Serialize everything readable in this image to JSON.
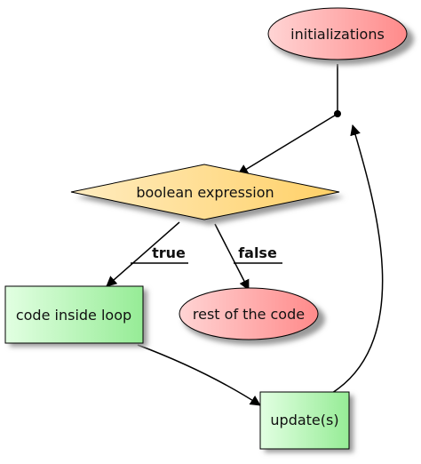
{
  "nodes": {
    "initializations": {
      "label": "initializations",
      "shape": "ellipse",
      "fill": [
        "#ffd4d4",
        "#ff8a8a"
      ]
    },
    "boolean_expression": {
      "label": "boolean expression",
      "shape": "diamond",
      "fill": [
        "#ffe9b8",
        "#ffd36b"
      ]
    },
    "code_inside_loop": {
      "label": "code inside loop",
      "shape": "rectangle",
      "fill": [
        "#ddffdd",
        "#99ee99"
      ]
    },
    "rest_of_code": {
      "label": "rest of the code",
      "shape": "ellipse",
      "fill": [
        "#ffd4d4",
        "#ff8a8a"
      ]
    },
    "update": {
      "label": "update(s)",
      "shape": "rectangle",
      "fill": [
        "#ddffdd",
        "#99ee99"
      ]
    }
  },
  "edge_labels": {
    "true": "true",
    "false": "false"
  },
  "edges": [
    {
      "from": "initializations",
      "to": "junction"
    },
    {
      "from": "junction",
      "to": "boolean_expression"
    },
    {
      "from": "boolean_expression",
      "to": "code_inside_loop",
      "label": "true"
    },
    {
      "from": "boolean_expression",
      "to": "rest_of_code",
      "label": "false"
    },
    {
      "from": "code_inside_loop",
      "to": "update"
    },
    {
      "from": "update",
      "to": "junction"
    }
  ],
  "colors": {
    "edge": "#000000",
    "shadow": "#9a9a9a"
  }
}
